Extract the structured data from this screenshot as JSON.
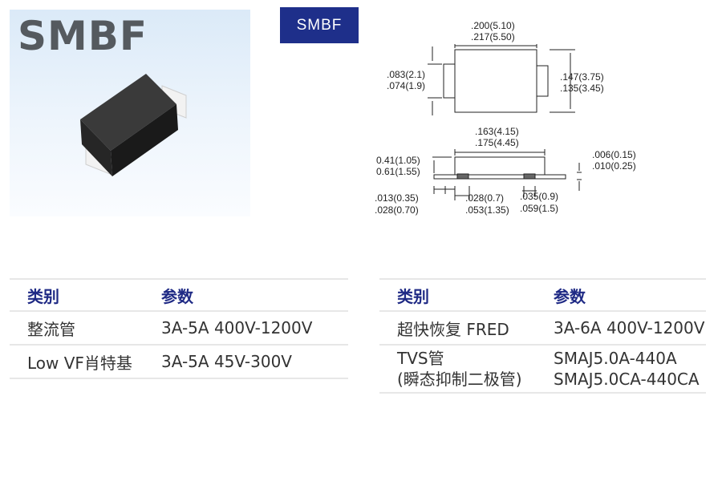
{
  "product_photo": {
    "title": "SMBF"
  },
  "package_tag": "SMBF",
  "dimensions": {
    "top_width": [
      ".200(5.10)",
      ".217(5.50)"
    ],
    "lead_height": [
      ".083(2.1)",
      ".074(1.9)"
    ],
    "body_height": [
      ".147(3.75)",
      ".135(3.45)"
    ],
    "body_length": [
      ".163(4.15)",
      ".175(4.45)"
    ],
    "body_thickness": [
      "0.41(1.05)",
      "0.61(1.55)"
    ],
    "lead_thickness": [
      ".006(0.15)",
      ".010(0.25)"
    ],
    "lead_offset": [
      ".013(0.35)",
      ".028(0.70)"
    ],
    "lead_flat": [
      ".028(0.7)",
      ".053(1.35)"
    ],
    "lead_length": [
      ".035(0.9)",
      ".059(1.5)"
    ]
  },
  "left_table": {
    "headers": [
      "类别",
      "参数"
    ],
    "rows": [
      {
        "category": "整流管",
        "param": "3A-5A  400V-1200V"
      },
      {
        "category": "Low VF肖特基",
        "param": "3A-5A  45V-300V"
      }
    ]
  },
  "right_table": {
    "headers": [
      "类别",
      "参数"
    ],
    "rows": [
      {
        "category": [
          "超快恢复 FRED"
        ],
        "param": [
          "3A-6A  400V-1200V"
        ]
      },
      {
        "category": [
          "TVS管",
          "(瞬态抑制二极管)"
        ],
        "param": [
          "SMAJ5.0A-440A",
          "SMAJ5.0CA-440CA"
        ]
      }
    ]
  },
  "colors": {
    "accent": "#1e2f8a",
    "header_text": "#1f2a85",
    "divider": "#e7e7e7"
  }
}
